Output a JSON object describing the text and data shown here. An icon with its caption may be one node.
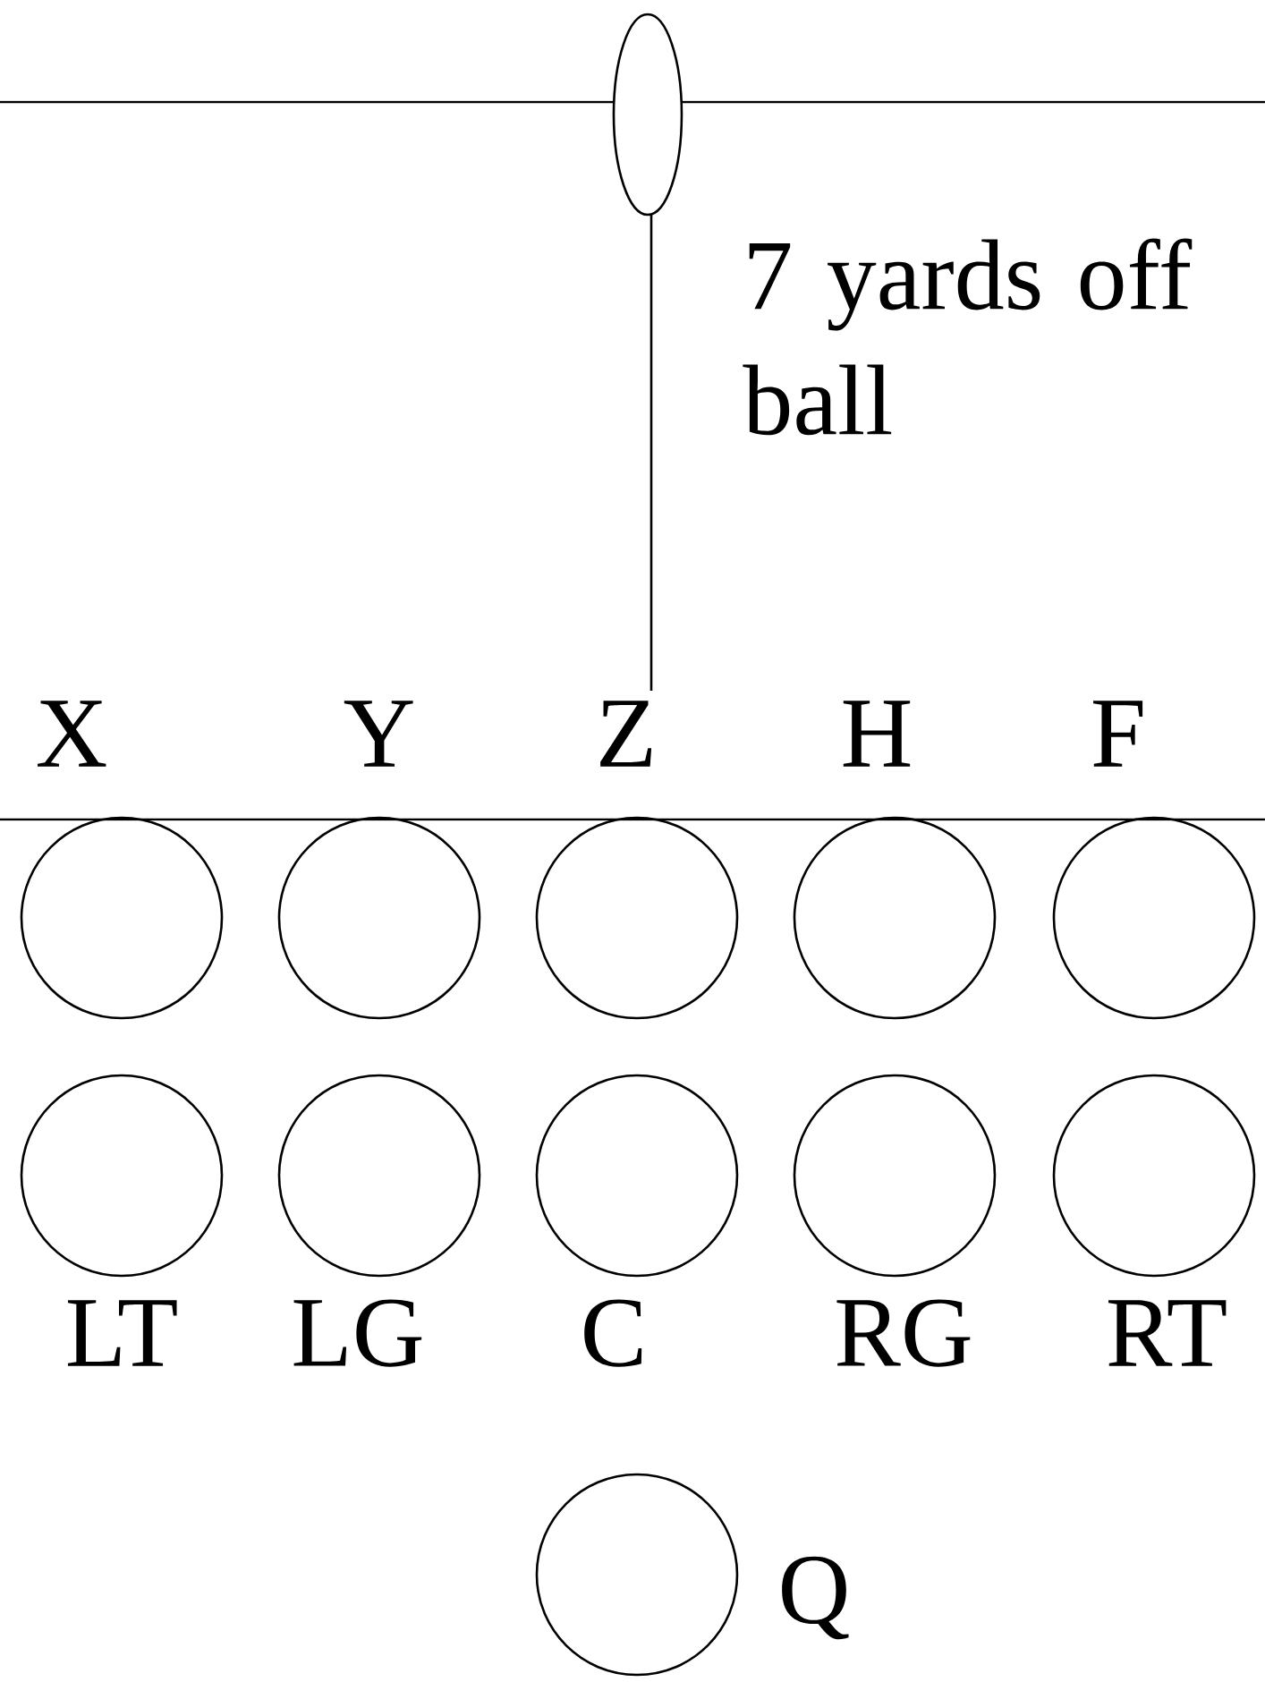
{
  "diagram": {
    "nodes": [
      {
        "text": [],
        "shape": "ellipse"
      },
      {
        "text": [],
        "shape": "circle",
        "beside": [
          "X"
        ]
      },
      {
        "text": [],
        "shape": "circle",
        "beside": [
          "Y"
        ]
      },
      {
        "text": [],
        "shape": "circle",
        "beside": [
          "Z"
        ]
      },
      {
        "text": [],
        "shape": "circle",
        "beside": [
          "H"
        ]
      },
      {
        "text": [],
        "shape": "circle",
        "beside": [
          "F"
        ]
      },
      {
        "text": [],
        "shape": "circle",
        "beside": [
          "LT"
        ]
      },
      {
        "text": [],
        "shape": "circle",
        "beside": [
          "LG"
        ]
      },
      {
        "text": [],
        "shape": "circle",
        "beside": [
          "C"
        ]
      },
      {
        "text": [],
        "shape": "circle",
        "beside": [
          "RG"
        ]
      },
      {
        "text": [],
        "shape": "circle",
        "beside": [
          "RT"
        ]
      },
      {
        "text": [],
        "shape": "circle",
        "beside": [
          "Q"
        ]
      }
    ],
    "labels": [
      "7 yards off ball"
    ]
  }
}
